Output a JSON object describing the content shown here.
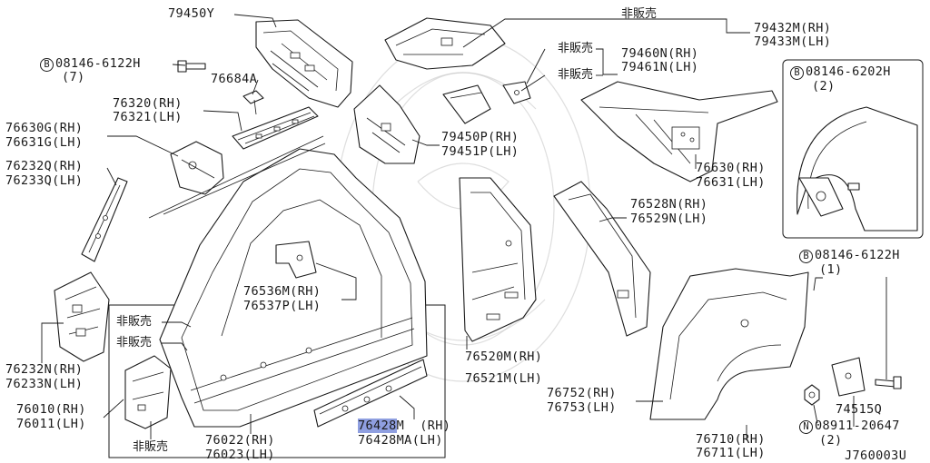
{
  "diagram_code": "J760003U",
  "callouts": {
    "c79450y": "79450Y",
    "bolt_top_code": "B",
    "bolt_top_part": "08146-6122H",
    "bolt_top_qty": "(7)",
    "c76684a": "76684A",
    "c76320": "76320(RH)",
    "c76321": "76321(LH)",
    "c76630g": "76630G(RH)",
    "c76631g": "76631G(LH)",
    "c76232q": "76232Q(RH)",
    "c76233q": "76233Q(LH)",
    "c76232n": "76232N(RH)",
    "c76233n": "76233N(LH)",
    "c76010": "76010(RH)",
    "c76011": "76011(LH)",
    "not_for_sale_1": "非販売",
    "not_for_sale_2": "非販売",
    "not_for_sale_3": "非販売",
    "not_for_sale_top": "非販売",
    "not_for_sale_mid": "非販売",
    "not_for_sale_mid2": "非販売",
    "c76536m": "76536M(RH)",
    "c76537p": "76537P(LH)",
    "c76022": "76022(RH)",
    "c76023": "76023(LH)",
    "c76428m_hl": "76428",
    "c76428m_rest": "M  (RH)",
    "c76428ma": "76428MA(LH)",
    "c79432m": "79432M(RH)",
    "c79433m": "79433M(LH)",
    "c79460n": "79460N(RH)",
    "c79461n": "79461N(LH)",
    "c79450p": "79450P(RH)",
    "c79451p": "79451P(LH)",
    "c76520m": "76520M(RH)",
    "c76521m": "76521M(LH)",
    "c76528n": "76528N(RH)",
    "c76529n": "76529N(LH)",
    "c76630": "76630(RH)",
    "c76631": "76631(LH)",
    "bolt_inset_code": "B",
    "bolt_inset_part": "08146-6202H",
    "bolt_inset_qty": "(2)",
    "bolt_right_code": "B",
    "bolt_right_part": "08146-6122H",
    "bolt_right_qty": "(1)",
    "c74515q": "74515Q",
    "nut_code": "N",
    "nut_part": "08911-20647",
    "nut_qty": "(2)",
    "c76752": "76752(RH)",
    "c76753": "76753(LH)",
    "c76710": "76710(RH)",
    "c76711": "76711(LH)"
  },
  "highlight_color": "#8f9fe0"
}
